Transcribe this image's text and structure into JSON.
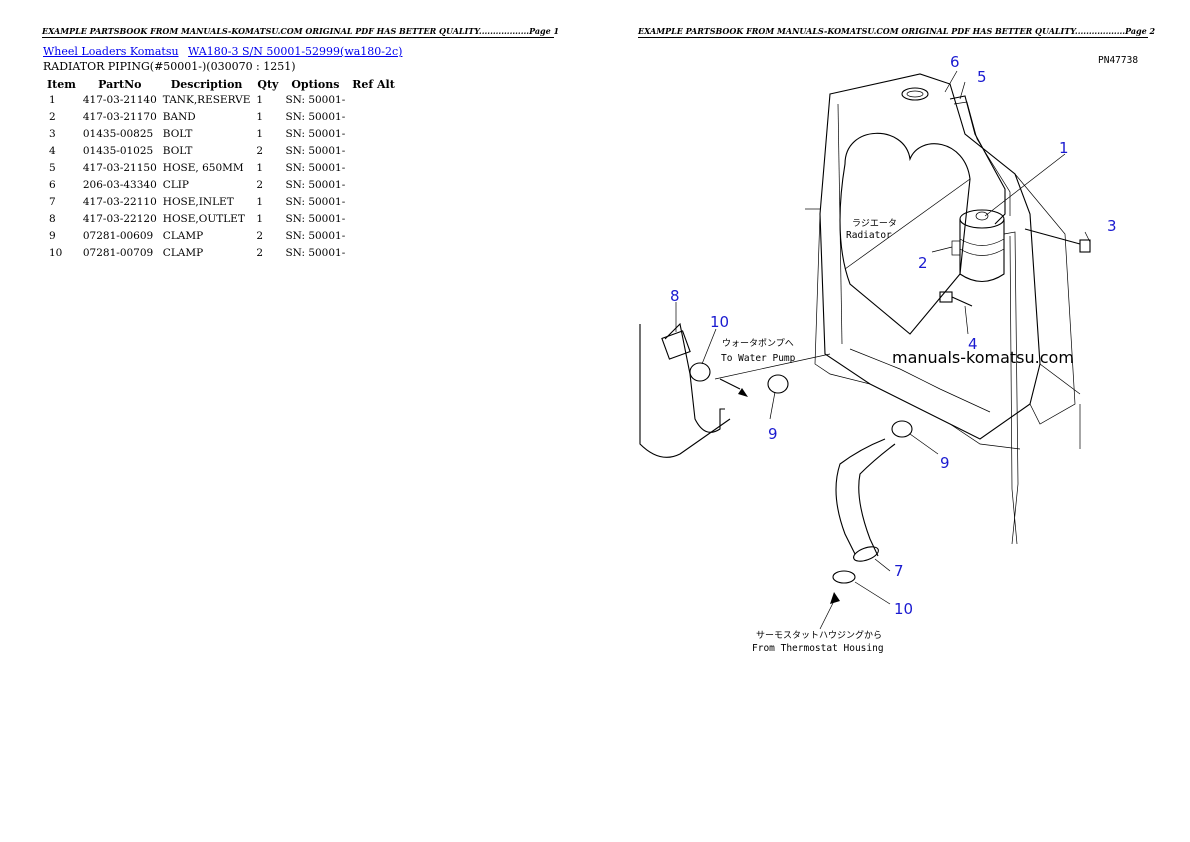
{
  "header": {
    "page1": "EXAMPLE PARTSBOOK FROM MANUALS-KOMATSU.COM ORIGINAL PDF HAS BETTER QUALITY..................Page 1",
    "page2": "EXAMPLE PARTSBOOK FROM MANUALS-KOMATSU.COM ORIGINAL PDF HAS BETTER QUALITY..................Page 2"
  },
  "breadcrumb": {
    "link1": "Wheel Loaders Komatsu",
    "link2": "WA180-3 S/N  50001-52999(wa180-2c)"
  },
  "section_title": "RADIATOR PIPING(#50001-)(030070 : 1251)",
  "table": {
    "headers": [
      "Item",
      "PartNo",
      "Description",
      "Qty",
      "Options",
      "Ref Alt"
    ],
    "rows": [
      {
        "item": "1",
        "partno": "417-03-21140",
        "desc": "TANK,RESERVE",
        "qty": "1",
        "options": "SN: 50001-"
      },
      {
        "item": "2",
        "partno": "417-03-21170",
        "desc": "BAND",
        "qty": "1",
        "options": "SN: 50001-"
      },
      {
        "item": "3",
        "partno": "01435-00825",
        "desc": "BOLT",
        "qty": "1",
        "options": "SN: 50001-"
      },
      {
        "item": "4",
        "partno": "01435-01025",
        "desc": "BOLT",
        "qty": "2",
        "options": "SN: 50001-"
      },
      {
        "item": "5",
        "partno": "417-03-21150",
        "desc": "HOSE, 650MM",
        "qty": "1",
        "options": "SN: 50001-"
      },
      {
        "item": "6",
        "partno": "206-03-43340",
        "desc": "CLIP",
        "qty": "2",
        "options": "SN: 50001-"
      },
      {
        "item": "7",
        "partno": "417-03-22110",
        "desc": "HOSE,INLET",
        "qty": "1",
        "options": "SN: 50001-"
      },
      {
        "item": "8",
        "partno": "417-03-22120",
        "desc": "HOSE,OUTLET",
        "qty": "1",
        "options": "SN: 50001-"
      },
      {
        "item": "9",
        "partno": "07281-00609",
        "desc": "CLAMP",
        "qty": "2",
        "options": "SN: 50001-"
      },
      {
        "item": "10",
        "partno": "07281-00709",
        "desc": "CLAMP",
        "qty": "2",
        "options": "SN: 50001-"
      }
    ]
  },
  "diagram": {
    "ref_code": "PN47738",
    "radiator_jp": "ラジエータ",
    "radiator_en": "Radiator",
    "pump_jp": "ウォータポンプへ",
    "pump_en": "To Water Pump",
    "thermo_jp": "サーモスタットハウジングから",
    "thermo_en": "From Thermostat Housing",
    "watermark": "manuals-komatsu.com",
    "callouts": [
      "1",
      "2",
      "3",
      "4",
      "5",
      "6",
      "7",
      "8",
      "9",
      "9",
      "10",
      "10"
    ],
    "callout_color": "#1a1ad0"
  }
}
